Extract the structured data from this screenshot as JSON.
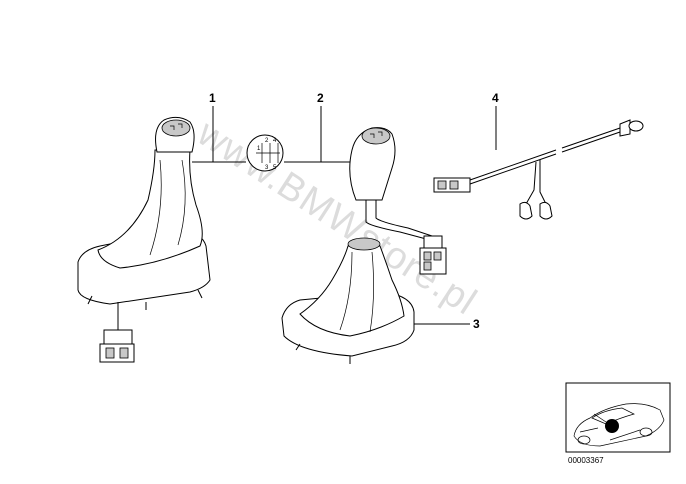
{
  "diagram": {
    "callouts": [
      {
        "id": "1",
        "label": "1"
      },
      {
        "id": "2",
        "label": "2"
      },
      {
        "id": "3",
        "label": "3"
      },
      {
        "id": "4",
        "label": "4"
      }
    ],
    "shift_pattern": [
      "1",
      "3",
      "5",
      "2",
      "4"
    ],
    "watermark": "www.BMWstore.pl",
    "reference_number": "00003367"
  },
  "colors": {
    "line": "#000000",
    "background": "#ffffff",
    "watermark": "#dcdcdc",
    "indicator_dot": "#000000"
  }
}
